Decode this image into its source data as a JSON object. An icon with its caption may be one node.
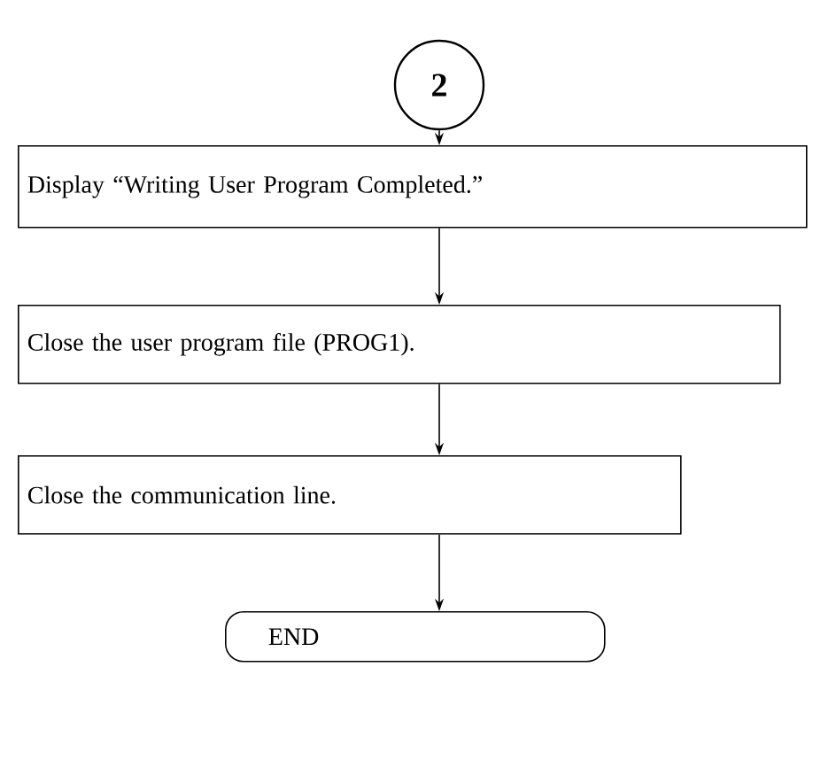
{
  "diagram": {
    "nodes": [
      {
        "text": [
          "2"
        ]
      },
      {
        "text": [
          "Display “Writing User Program Completed.”"
        ]
      },
      {
        "text": [
          "Close the user program file (PROG1)."
        ]
      },
      {
        "text": [
          "Close the communication line."
        ]
      },
      {
        "text": [
          "END"
        ]
      }
    ],
    "edges": [
      {
        "from": 0,
        "to": 1,
        "arrow": "to"
      },
      {
        "from": 1,
        "to": 2,
        "arrow": "to"
      },
      {
        "from": 2,
        "to": 3,
        "arrow": "to"
      },
      {
        "from": 3,
        "to": 4,
        "arrow": "to"
      }
    ]
  }
}
